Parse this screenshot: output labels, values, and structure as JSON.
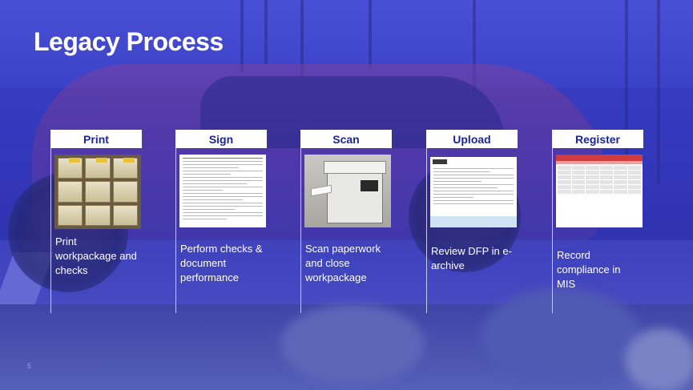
{
  "slide": {
    "title": "Legacy Process",
    "page_number": "5"
  },
  "steps": [
    {
      "label": "Print",
      "description": "Print workpackage and checks",
      "image": "binders-photo"
    },
    {
      "label": "Sign",
      "description": "Perform checks & document performance",
      "image": "signed-document"
    },
    {
      "label": "Scan",
      "description": "Scan paperwork and close workpackage",
      "image": "scanner-photo"
    },
    {
      "label": "Upload",
      "description": "Review DFP in e-archive",
      "image": "e-archive-screenshot"
    },
    {
      "label": "Register",
      "description": "Record compliance in MIS",
      "image": "mis-screenshot"
    }
  ],
  "colors": {
    "background": "#2f33b9",
    "label_text": "#1c2696",
    "label_box": "#ffffff",
    "text": "#ffffff",
    "divider": "#c9cbf2"
  }
}
